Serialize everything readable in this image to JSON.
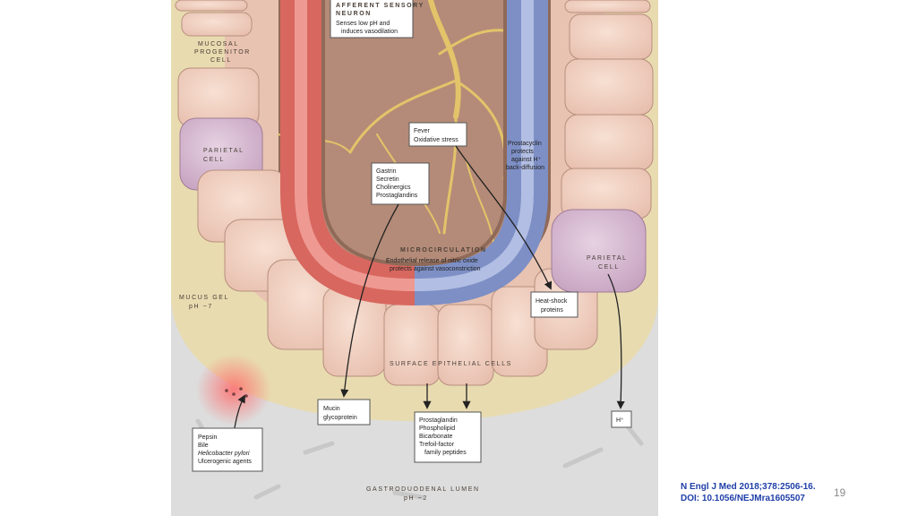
{
  "labels": {
    "afferent_title_1": "AFFERENT SENSORY",
    "afferent_title_2": "NEURON",
    "afferent_desc_1": "Senses low pH and",
    "afferent_desc_2": "induces vasodilation",
    "mucosal_progenitor_1": "MUCOSAL",
    "mucosal_progenitor_2": "PROGENITOR",
    "mucosal_progenitor_3": "CELL",
    "parietal_left_1": "PARIETAL",
    "parietal_left_2": "CELL",
    "parietal_right_1": "PARIETAL",
    "parietal_right_2": "CELL",
    "fever_box": [
      "Fever",
      "Oxidative stress"
    ],
    "prostacyclin": [
      "Prostacyclin",
      "protects",
      "against H⁺",
      "back-diffusion"
    ],
    "gastrin_box": [
      "Gastrin",
      "Secretin",
      "Cholinergics",
      "Prostaglandins"
    ],
    "microcirculation_title": "MICROCIRCULATION",
    "microcirculation_desc_1": "Endothelial release of nitric oxide",
    "microcirculation_desc_2": "protects against vasoconstriction",
    "heat_shock_box": [
      "Heat-shock",
      "proteins"
    ],
    "mucus_gel_1": "MUCUS GEL",
    "mucus_gel_2": "pH ~7",
    "surface_epithelial": "SURFACE EPITHELIAL CELLS",
    "mucin_box": [
      "Mucin",
      "glycoprotein"
    ],
    "prostaglandin_box": [
      "Prostaglandin",
      "Phospholipid",
      "Bicarbonate",
      "Trefoil-factor",
      "family peptides"
    ],
    "h_box": "H⁺",
    "pepsin_box": [
      "Pepsin",
      "Bile",
      "Helicobacter pylori",
      "Ulcerogenic agents"
    ],
    "lumen_1": "GASTRODUODENAL LUMEN",
    "lumen_2": "pH ~2"
  },
  "citation": {
    "line1": "N Engl J Med 2018;378:2506-16.",
    "line2": "DOI: 10.1056/NEJMra1605507"
  },
  "slide_number": "19",
  "colors": {
    "artery": "#d9665f",
    "vein": "#7c8fc4",
    "nerve": "#e8c870",
    "cell": "#f2d3c3",
    "parietal": "#d6b8d2",
    "mucus": "#e9dcb2",
    "lumen": "#dcdcdc",
    "citation": "#1f3fa8"
  }
}
